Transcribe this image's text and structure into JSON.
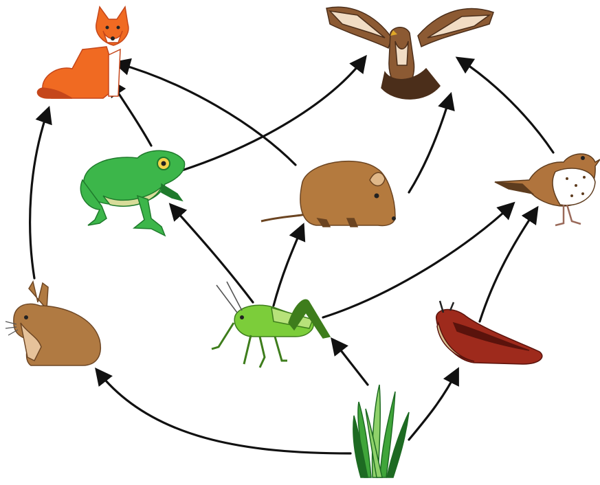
{
  "organisms": [
    {
      "id": "fox",
      "icon": "fox-icon",
      "colors": {
        "body": "#f06a22",
        "light": "#ffffff",
        "dark": "#c5461a"
      }
    },
    {
      "id": "hawk",
      "icon": "hawk-icon",
      "colors": {
        "body": "#8c5a33",
        "light": "#f1dcc4",
        "dark": "#4b2e1a"
      }
    },
    {
      "id": "frog",
      "icon": "frog-icon",
      "colors": {
        "body": "#3cb64a",
        "light": "#d8dc9a",
        "dark": "#1f7a2c"
      }
    },
    {
      "id": "mouse",
      "icon": "mouse-icon",
      "colors": {
        "body": "#b47a3e",
        "light": "#e0b889",
        "dark": "#6b4421"
      }
    },
    {
      "id": "thrush",
      "icon": "thrush-icon",
      "colors": {
        "body": "#b0743d",
        "light": "#ffffff",
        "dark": "#5e3c1e"
      }
    },
    {
      "id": "rabbit",
      "icon": "rabbit-icon",
      "colors": {
        "body": "#b07a42",
        "light": "#e6c29a",
        "dark": "#6e4725"
      }
    },
    {
      "id": "grasshopper",
      "icon": "grasshopper-icon",
      "colors": {
        "body": "#7ccd3a",
        "light": "#b7e27a",
        "dark": "#3e7d1c"
      }
    },
    {
      "id": "slug",
      "icon": "slug-icon",
      "colors": {
        "body": "#9e2a1c",
        "light": "#d8c090",
        "dark": "#5a130c"
      }
    },
    {
      "id": "grass",
      "icon": "grass-icon",
      "colors": {
        "body": "#3fa53a",
        "light": "#8fd16a",
        "dark": "#1d6a22"
      }
    }
  ],
  "links": [
    {
      "from": "grass",
      "to": "rabbit"
    },
    {
      "from": "grass",
      "to": "grasshopper"
    },
    {
      "from": "grass",
      "to": "slug"
    },
    {
      "from": "rabbit",
      "to": "fox"
    },
    {
      "from": "grasshopper",
      "to": "frog"
    },
    {
      "from": "grasshopper",
      "to": "mouse"
    },
    {
      "from": "grasshopper",
      "to": "thrush"
    },
    {
      "from": "slug",
      "to": "thrush"
    },
    {
      "from": "frog",
      "to": "fox"
    },
    {
      "from": "frog",
      "to": "hawk"
    },
    {
      "from": "mouse",
      "to": "fox"
    },
    {
      "from": "mouse",
      "to": "hawk"
    },
    {
      "from": "thrush",
      "to": "hawk"
    }
  ]
}
